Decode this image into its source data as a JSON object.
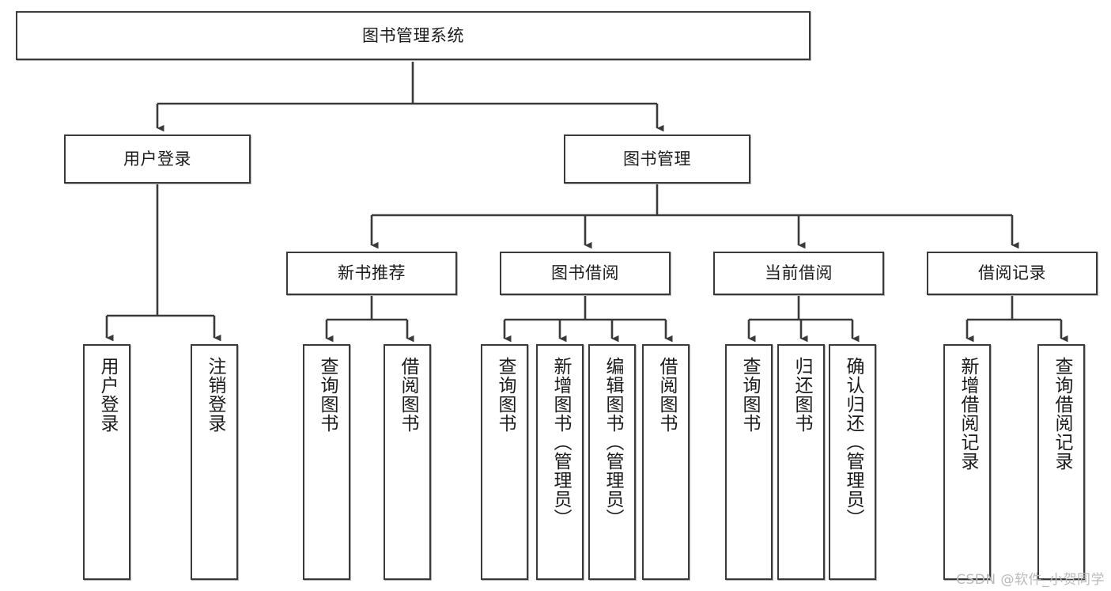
{
  "diagram": {
    "title": "图书管理系统",
    "type": "tree-hierarchy-diagram",
    "watermark": "CSDN @软件_小贺同学",
    "colors": {
      "box_border": "#3a3a3a",
      "box_fill": "#ffffff",
      "connector": "#3a3a3a",
      "text": "#1b1b1b",
      "watermark": "#b9b9b9",
      "background": "#ffffff"
    },
    "root": {
      "label": "图书管理系统"
    },
    "level2": [
      {
        "label": "用户登录"
      },
      {
        "label": "图书管理"
      }
    ],
    "level3": [
      {
        "label": "新书推荐"
      },
      {
        "label": "图书借阅"
      },
      {
        "label": "当前借阅"
      },
      {
        "label": "借阅记录"
      }
    ],
    "leaves": {
      "user_login": [
        {
          "label": "用户登录"
        },
        {
          "label": "注销登录"
        }
      ],
      "new_book_recommend": [
        {
          "label": "查询图书"
        },
        {
          "label": "借阅图书"
        }
      ],
      "book_borrow": [
        {
          "label": "查询图书"
        },
        {
          "label": "新增图书（管理员）"
        },
        {
          "label": "编辑图书（管理员）"
        },
        {
          "label": "借阅图书"
        }
      ],
      "current_borrow": [
        {
          "label": "查询图书"
        },
        {
          "label": "归还图书"
        },
        {
          "label": "确认归还（管理员）"
        }
      ],
      "borrow_record": [
        {
          "label": "新增借阅记录"
        },
        {
          "label": "查询借阅记录"
        }
      ]
    }
  }
}
